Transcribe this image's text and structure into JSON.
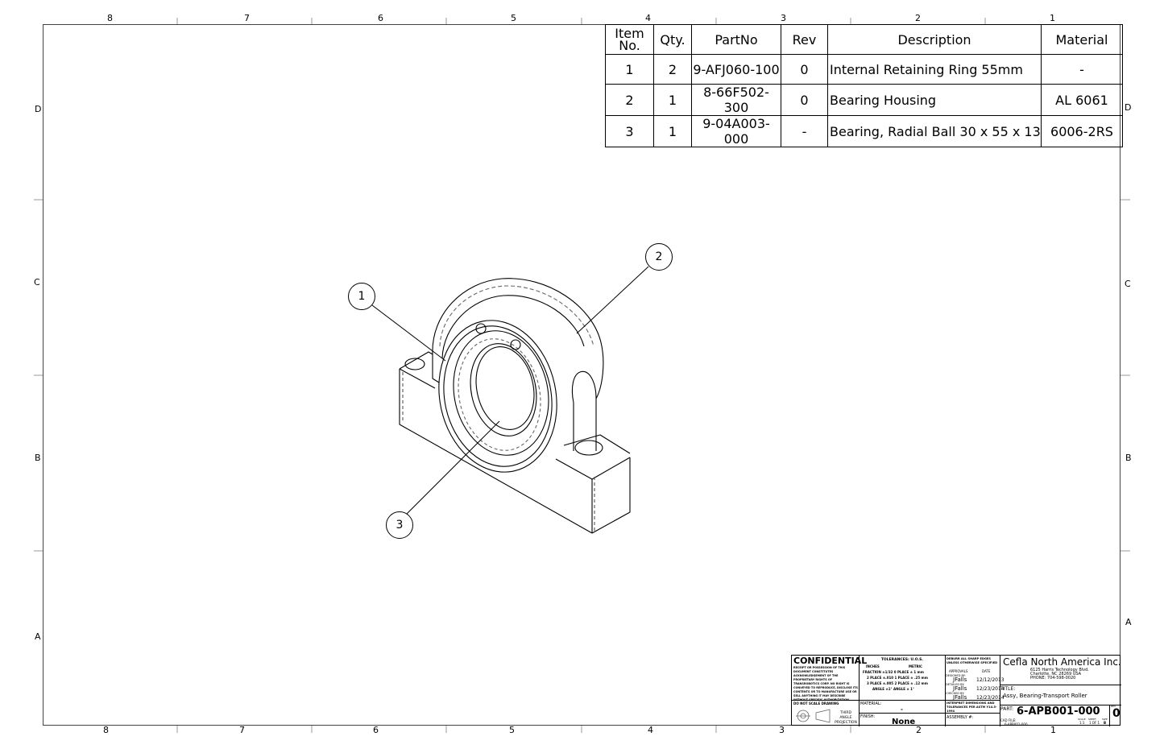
{
  "zones": {
    "top_numbers": [
      "8",
      "7",
      "6",
      "5",
      "4",
      "3",
      "2",
      "1"
    ],
    "bottom_numbers": [
      "8",
      "7",
      "6",
      "5",
      "4",
      "3",
      "2",
      "1"
    ],
    "left_letters": [
      "D",
      "C",
      "B",
      "A"
    ],
    "right_letters": [
      "D",
      "C",
      "B",
      "A"
    ]
  },
  "bom": {
    "headers": {
      "item": "Item No.",
      "qty": "Qty.",
      "partno": "PartNo",
      "rev": "Rev",
      "description": "Description",
      "material": "Material"
    },
    "rows": [
      {
        "item": "1",
        "qty": "2",
        "partno": "9-AFJ060-100",
        "rev": "0",
        "description": "Internal Retaining Ring 55mm",
        "material": "-"
      },
      {
        "item": "2",
        "qty": "1",
        "partno": "8-66F502-300",
        "rev": "0",
        "description": "Bearing Housing",
        "material": "AL 6061"
      },
      {
        "item": "3",
        "qty": "1",
        "partno": "9-04A003-000",
        "rev": "-",
        "description": "Bearing, Radial Ball 30 x 55 x 13",
        "material": "6006-2RS"
      }
    ]
  },
  "balloons": [
    "1",
    "2",
    "3"
  ],
  "title_block": {
    "confidential": "CONFIDENTIAL",
    "confidential_text": "RECEIPT OR POSSESSION OF THIS DOCUMENT CONSTITUTES ACKNOWLEDGEMENT OF THE PROPRIETARY RIGHTS OF TRANSROBOTICS CORP. NO RIGHT IS CONVEYED TO REPRODUCE, DISCLOSE ITS CONTENTS OR TO MANUFACTURE USE OR SELL ANYTHING IT MAY DESCRIBE WITHOUT SPECIFIC AUTHORIZATION",
    "do_not_scale": "DO NOT SCALE DRAWING",
    "projection": "THIRD ANGLE PROJECTION",
    "tolerances_title": "TOLERANCES: U.O.S.",
    "inches": "INCHES",
    "metric": "METRIC",
    "tol_rows": [
      {
        "a": "FRACTION",
        "b": "±1/32",
        "c": "0 PLACE",
        "d": "±   1 mm"
      },
      {
        "a": "2 PLACE",
        "b": "±.010",
        "c": "1 PLACE",
        "d": "± .25 mm"
      },
      {
        "a": "3 PLACE",
        "b": "±.005",
        "c": "2 PLACE",
        "d": "± .12 mm"
      },
      {
        "a": "ANGLE",
        "b": "±1°",
        "c": "ANGLE",
        "d": "± 1°"
      }
    ],
    "material_label": "MATERIAL:",
    "material_value": "-",
    "finish_label": "FINISH:",
    "finish_value": "None",
    "deburr": "DEBURR ALL SHARP EDGES UNLESS OTHERWISE SPECIFIED",
    "approvals": "APPROVALS",
    "date_label": "DATE",
    "designed_by_label": "DESIGNED BY:",
    "designed_by": "JFalls",
    "designed_date": "12/12/2013",
    "detailed_by_label": "DETAILED BY:",
    "detailed_by": "JFalls",
    "detailed_date": "12/23/2014",
    "checked_by_label": "CHECKED BY:",
    "checked_by": "JFalls",
    "checked_date": "12/23/2014",
    "interpret": "INTERPRET DIMENSIONS AND TOLERANCES PER ASTM Y14.5-1994",
    "assembly_label": "ASSEMBLY #:",
    "company": "Cefla North America Inc.",
    "address1": "6125 Harris Technology Blvd.",
    "address2": "Charlotte, NC 28269 USA",
    "phone": "PHONE: 704-598-0020",
    "title_label": "TITLE:",
    "title": "Assy, Bearing-Transport Roller",
    "part_label": "PART:",
    "part": "6-APB001-000",
    "rev_label": "REV",
    "rev": "0",
    "cad_label": "CAD FILE:",
    "cad_file": "6-APB001-000",
    "scale_label": "SCALE",
    "scale": "1:1",
    "sheet_label": "SHEET",
    "sheet": "1 OF 1",
    "size_label": "SIZE",
    "size": "B"
  }
}
